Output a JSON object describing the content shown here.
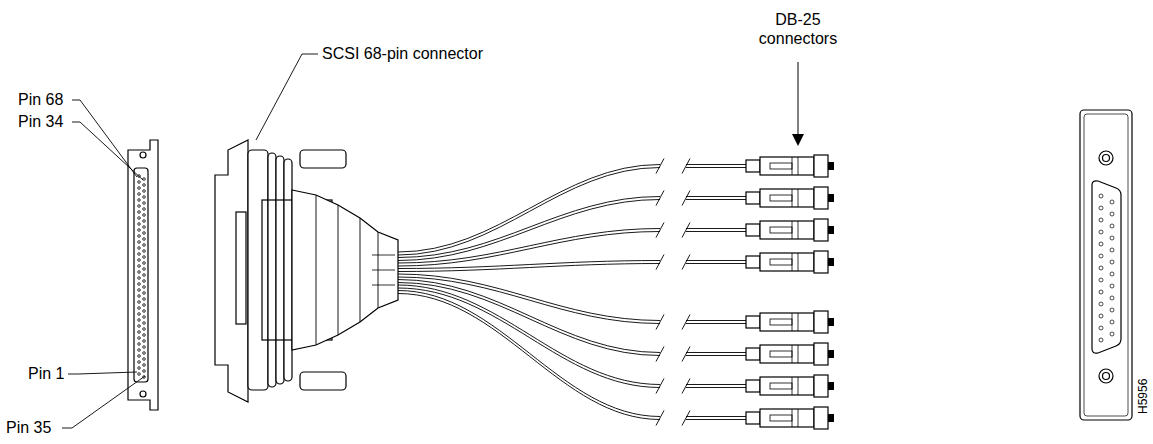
{
  "diagram": {
    "labels": [
      "Pin 68",
      "Pin 34",
      "Pin 1",
      "Pin 35",
      "SCSI 68-pin connector",
      "DB-25 connectors",
      "H5956"
    ]
  }
}
